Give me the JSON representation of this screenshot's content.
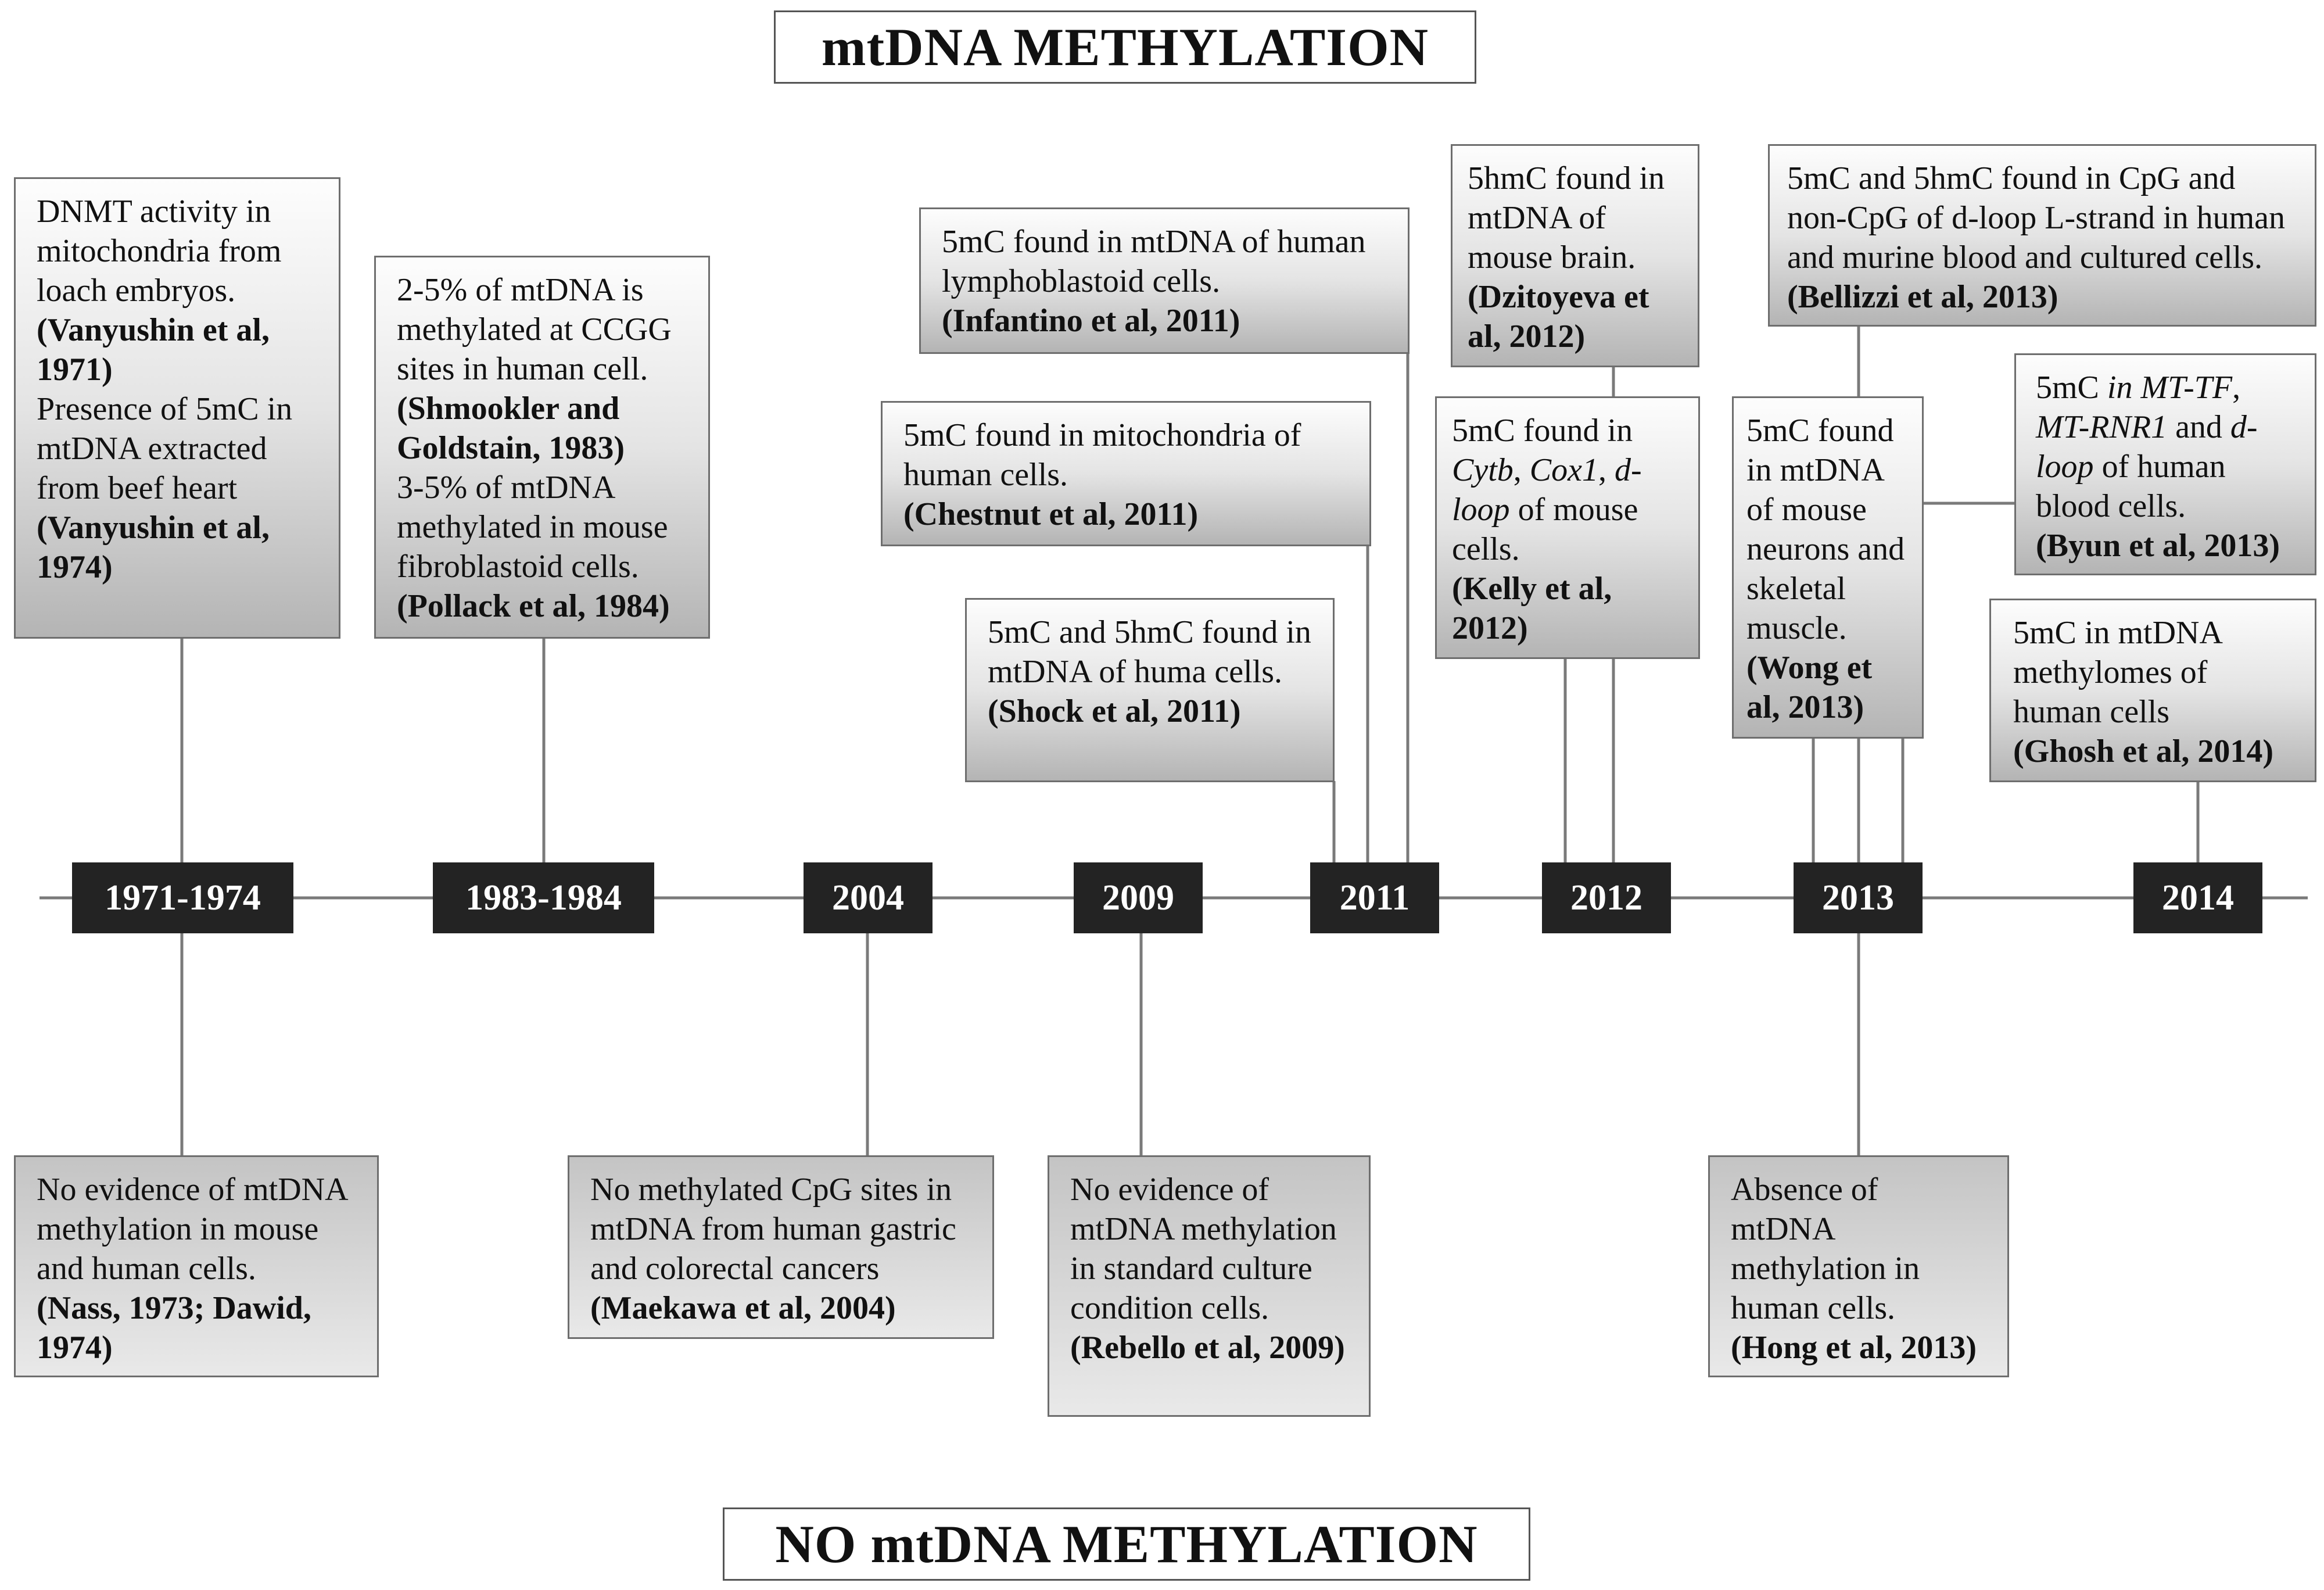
{
  "titles": {
    "top": "mtDNA METHYLATION",
    "bottom": "NO mtDNA METHYLATION"
  },
  "years": {
    "y1971": "1971-1974",
    "y1983": "1983-1984",
    "y2004": "2004",
    "y2009": "2009",
    "y2011": "2011",
    "y2012": "2012",
    "y2013": "2013",
    "y2014": "2014"
  },
  "boxes": {
    "vanyushin": {
      "l1": "DNMT activity in mitochondria from loach embryos.",
      "c1": "(Vanyushin et al, 1971)",
      "l2": "Presence of 5mC in mtDNA extracted from beef heart",
      "c2": "(Vanyushin et al, 1974)"
    },
    "shmookler": {
      "l1": "2-5% of mtDNA is methylated at CCGG sites in human cell.",
      "c1": "(Shmookler and Goldstain, 1983)",
      "l2": "3-5% of mtDNA methylated in mouse fibroblastoid cells.",
      "c2": "(Pollack et al, 1984)"
    },
    "infantino": {
      "t": "5mC found in mtDNA of human lymphoblastoid cells.",
      "c": "(Infantino et al, 2011)"
    },
    "chestnut": {
      "t": "5mC found in mitochondria of human cells.",
      "c": "(Chestnut et al, 2011)"
    },
    "shock": {
      "t": "5mC and 5hmC found in mtDNA of huma cells.",
      "c": "(Shock et al, 2011)"
    },
    "dzitoyeva": {
      "t": "5hmC found in mtDNA of mouse brain.",
      "c": "(Dzitoyeva et al, 2012)"
    },
    "kelly": {
      "t1": "5mC found in",
      "g1": "Cytb",
      "sep": ",",
      "g2": "Cox1",
      "g3": "d-loop",
      "t2": "of mouse cells.",
      "c": "(Kelly et al, 2012)"
    },
    "bellizzi": {
      "t": "5mC and 5hmC found in CpG and non-CpG of d-loop L-strand in human and murine blood and cultured cells.",
      "c": "(Bellizzi et al, 2013)"
    },
    "wong": {
      "t": "5mC found in mtDNA of mouse neurons and skeletal muscle.",
      "c": "(Wong et al, 2013)"
    },
    "byun": {
      "t1": "5mC",
      "i1": "in MT-TF",
      "sep": ",",
      "g2": "MT-RNR1",
      "t2": "and",
      "g3": "d-loop",
      "t3": "of human blood cells.",
      "c": "(Byun et al, 2013)"
    },
    "ghosh": {
      "t": "5mC in mtDNA methylomes of human cells",
      "c": "(Ghosh et al, 2014)"
    },
    "nass": {
      "t": "No evidence of mtDNA methylation in mouse and human cells.",
      "c": "(Nass, 1973; Dawid, 1974)"
    },
    "maekawa": {
      "t": "No methylated CpG sites in mtDNA from human gastric and colorectal cancers",
      "c": "(Maekawa et al, 2004)"
    },
    "rebello": {
      "t": "No evidence of mtDNA methylation in standard culture condition cells.",
      "c": "(Rebello et al, 2009)"
    },
    "hong": {
      "t": "Absence of mtDNA methylation in human cells.",
      "c": "(Hong et al, 2013)"
    }
  }
}
